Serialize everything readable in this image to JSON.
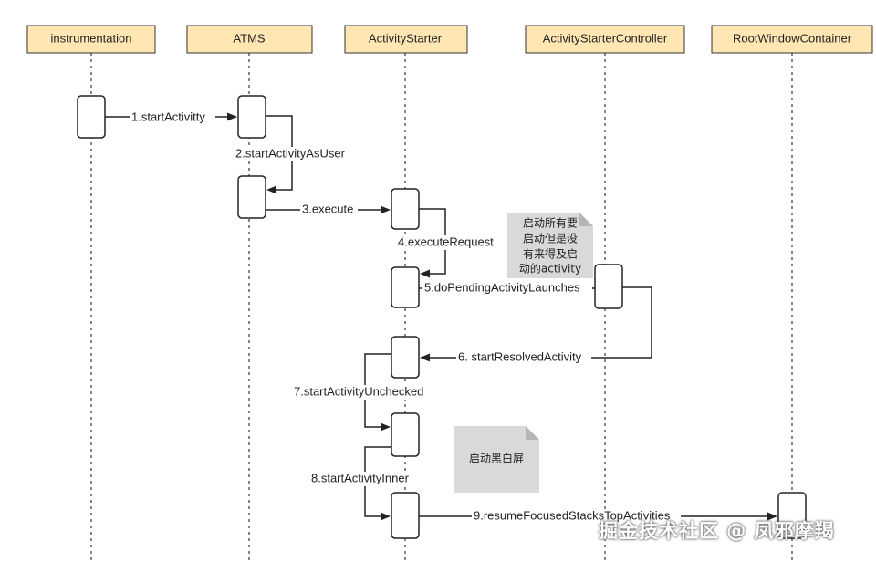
{
  "participants": [
    {
      "label": "instrumentation"
    },
    {
      "label": "ATMS"
    },
    {
      "label": "ActivityStarter"
    },
    {
      "label": "ActivityStarterController"
    },
    {
      "label": "RootWindowContainer"
    }
  ],
  "messages": [
    {
      "label": "1.startActivitty"
    },
    {
      "label": "2.startActivityAsUser"
    },
    {
      "label": "3.execute"
    },
    {
      "label": "4.executeRequest"
    },
    {
      "label": "5.doPendingActivityLaunches"
    },
    {
      "label": "6. startResolvedActivity"
    },
    {
      "label": "7.startActivityUnchecked"
    },
    {
      "label": "8.startActivityInner"
    },
    {
      "label": "9.resumeFocusedStacksTopActivities"
    }
  ],
  "notes": [
    {
      "lines": [
        "启动所有要",
        "启动但是没",
        "有来得及启",
        "动的activity"
      ]
    },
    {
      "lines": [
        "启动黑白屏"
      ]
    }
  ],
  "watermark": "掘金技术社区 @ 凤邪摩羯",
  "colors": {
    "participant_fill": "#ffe6b3",
    "note_fill": "#d9d9d9"
  }
}
